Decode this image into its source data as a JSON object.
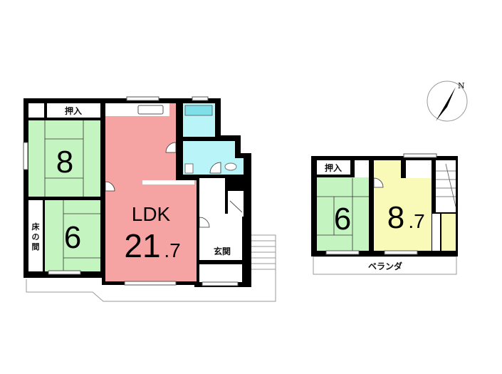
{
  "colors": {
    "tatami": "#c4f5c0",
    "ldk": "#f5a3a3",
    "wet": "#b8f4f8",
    "western": "#fafab8",
    "wall": "#000000"
  },
  "compass": {
    "label": "N"
  },
  "floor1": {
    "rooms": [
      {
        "name": "washitsu-8",
        "size": "8"
      },
      {
        "name": "washitsu-6",
        "size": "6"
      },
      {
        "name": "ldk",
        "label": "LDK",
        "size_int": "21",
        "size_dec": ".7"
      }
    ],
    "closet": "押入",
    "tokonoma": [
      "床",
      "の",
      "間"
    ],
    "entrance": "玄関"
  },
  "floor2": {
    "rooms": [
      {
        "name": "washitsu-6",
        "size": "6"
      },
      {
        "name": "western-room",
        "size_int": "8",
        "size_dec": ".7"
      }
    ],
    "closet": "押入",
    "veranda": "ベランダ"
  }
}
